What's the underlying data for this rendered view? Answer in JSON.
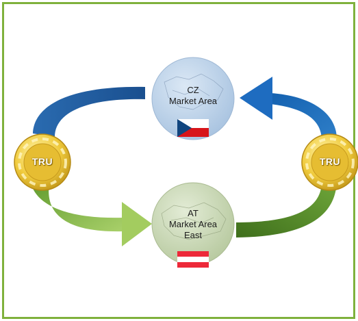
{
  "nodes": {
    "cz": {
      "line1": "CZ",
      "line2": "Market Area",
      "line3": "",
      "flag": "czech-flag"
    },
    "at": {
      "line1": "AT",
      "line2": "Market Area",
      "line3": "East",
      "flag": "austrian-flag"
    },
    "tru_left": {
      "label": "TRU"
    },
    "tru_right": {
      "label": "TRU"
    }
  },
  "colors": {
    "frame": "#7fb13c",
    "arrow_blue_dark": "#1a4f8f",
    "arrow_blue_light": "#5aa7de",
    "arrow_green_dark": "#4d7d24",
    "arrow_green_light": "#a9d06a",
    "cz_circle": "#b9cfe6",
    "at_circle": "#c8d7b4",
    "chip_gold": "#e9c237"
  }
}
